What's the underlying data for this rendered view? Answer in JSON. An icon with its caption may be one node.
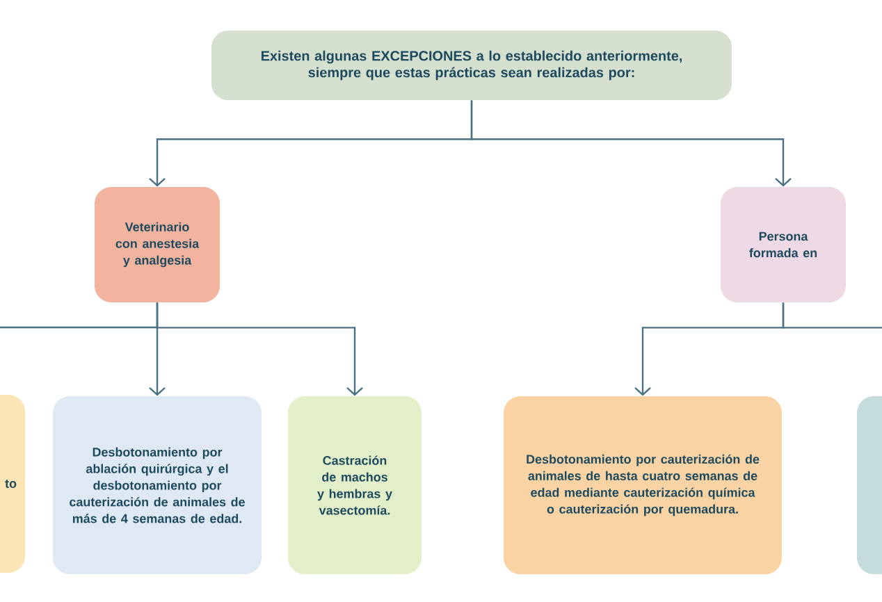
{
  "diagram": {
    "nodes": [
      {
        "text": [
          "Existen algunas EXCEPCIONES a lo establecido anteriormente, siempre que estas prácticas sean realizadas por:"
        ]
      },
      {
        "text": [
          "Veterinario con anestesia y analgesia"
        ]
      },
      {
        "text": [
          "Persona formada en"
        ]
      },
      {
        "text": [
          "to"
        ]
      },
      {
        "text": [
          "Desbotonamiento por ablación quirúrgica y el desbotonamiento por cauterización de animales de más de 4 semanas de edad."
        ]
      },
      {
        "text": [
          "Castración de machos y hembras y vasectomía."
        ]
      },
      {
        "text": [
          "Desbotonamiento por cauterización de animales de hasta cuatro semanas de edad mediante cauterización química o cauterización por quemadura."
        ]
      },
      {
        "text": [],
        "shape": "box"
      }
    ],
    "edges": [
      {
        "from": 0,
        "to": 1,
        "arrow": "to"
      },
      {
        "from": 0,
        "to": 2,
        "arrow": "to"
      },
      {
        "from": 1,
        "to": 3,
        "arrow": "none"
      },
      {
        "from": 1,
        "to": 4,
        "arrow": "to"
      },
      {
        "from": 1,
        "to": 5,
        "arrow": "to"
      },
      {
        "from": 2,
        "to": 6,
        "arrow": "to"
      },
      {
        "from": 2,
        "to": 7,
        "arrow": "none"
      }
    ]
  }
}
